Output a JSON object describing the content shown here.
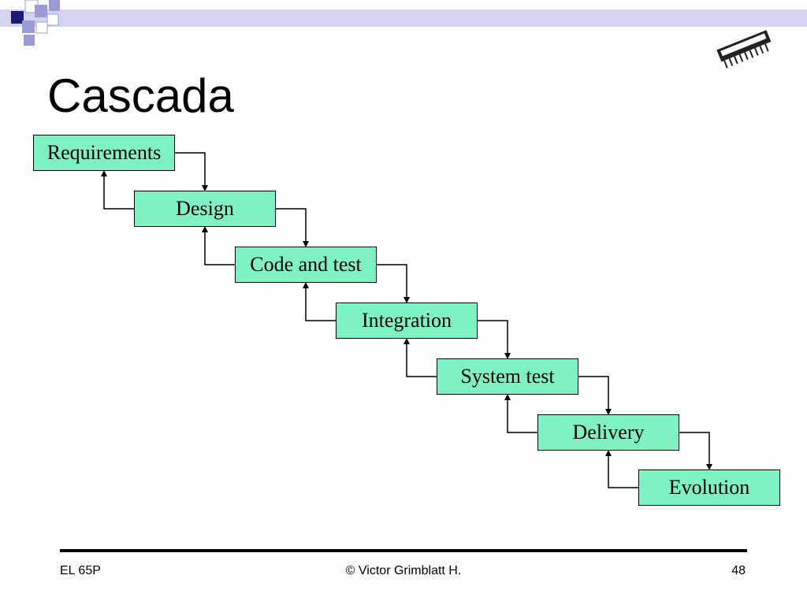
{
  "slide": {
    "title": "Cascada",
    "colors": {
      "accent_dark": "#1a1a7a",
      "accent_light": "#9b9bd6",
      "band": "#c8c8ea",
      "stage_fill": "#80f2c2"
    }
  },
  "diagram": {
    "stages": [
      {
        "id": "requirements",
        "label": "Requirements"
      },
      {
        "id": "design",
        "label": "Design"
      },
      {
        "id": "code",
        "label": "Code and test"
      },
      {
        "id": "integration",
        "label": "Integration"
      },
      {
        "id": "system",
        "label": "System test"
      },
      {
        "id": "delivery",
        "label": "Delivery"
      },
      {
        "id": "evolution",
        "label": "Evolution"
      }
    ],
    "forward_arrows": [
      {
        "from": "requirements",
        "to": "design"
      },
      {
        "from": "design",
        "to": "code"
      },
      {
        "from": "code",
        "to": "integration"
      },
      {
        "from": "integration",
        "to": "system"
      },
      {
        "from": "system",
        "to": "delivery"
      },
      {
        "from": "delivery",
        "to": "evolution"
      }
    ],
    "feedback_arrows": [
      {
        "from": "design",
        "to": "requirements"
      },
      {
        "from": "code",
        "to": "design"
      },
      {
        "from": "integration",
        "to": "code"
      },
      {
        "from": "system",
        "to": "integration"
      },
      {
        "from": "delivery",
        "to": "system"
      },
      {
        "from": "evolution",
        "to": "delivery"
      }
    ]
  },
  "footer": {
    "left": "EL 65P",
    "center": "© Victor Grimblatt H.",
    "page_number": "48"
  },
  "icons": {
    "corner": "checker-squares-icon",
    "chip": "dip-chip-icon"
  }
}
